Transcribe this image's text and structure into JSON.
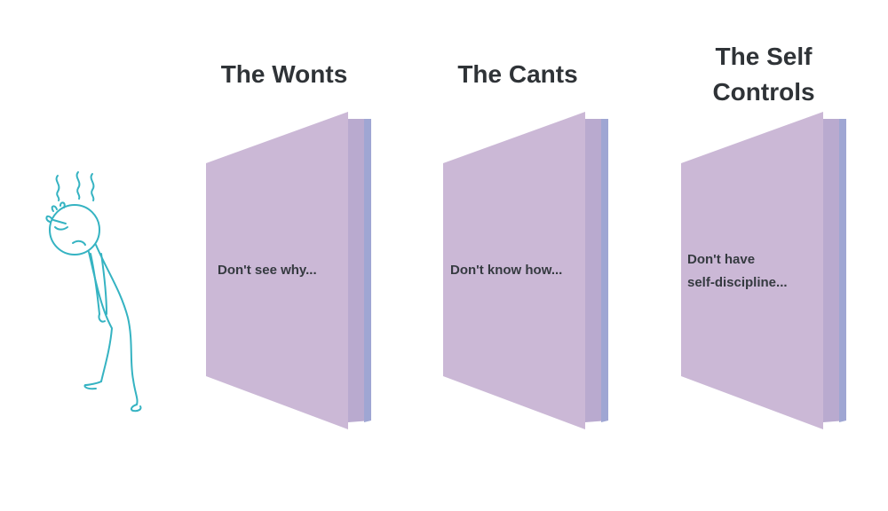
{
  "doors": [
    {
      "title": "The Wonts",
      "text_lines": [
        "Don't see why..."
      ]
    },
    {
      "title": "The Cants",
      "text_lines": [
        "Don't know how..."
      ]
    },
    {
      "title_lines": [
        "The Self",
        "Controls"
      ],
      "text_lines": [
        "Don't have",
        "self-discipline..."
      ]
    }
  ],
  "colors": {
    "title": "#2f3337",
    "door_face": "#cbb8d6",
    "door_edge": "#b9aacf",
    "door_spine": "#9fa6d3",
    "figure_stroke": "#35b3c2"
  },
  "icons": {
    "figure": "sad-stick-figure-icon",
    "stink_lines": "frustration-wavy-lines-icon"
  }
}
